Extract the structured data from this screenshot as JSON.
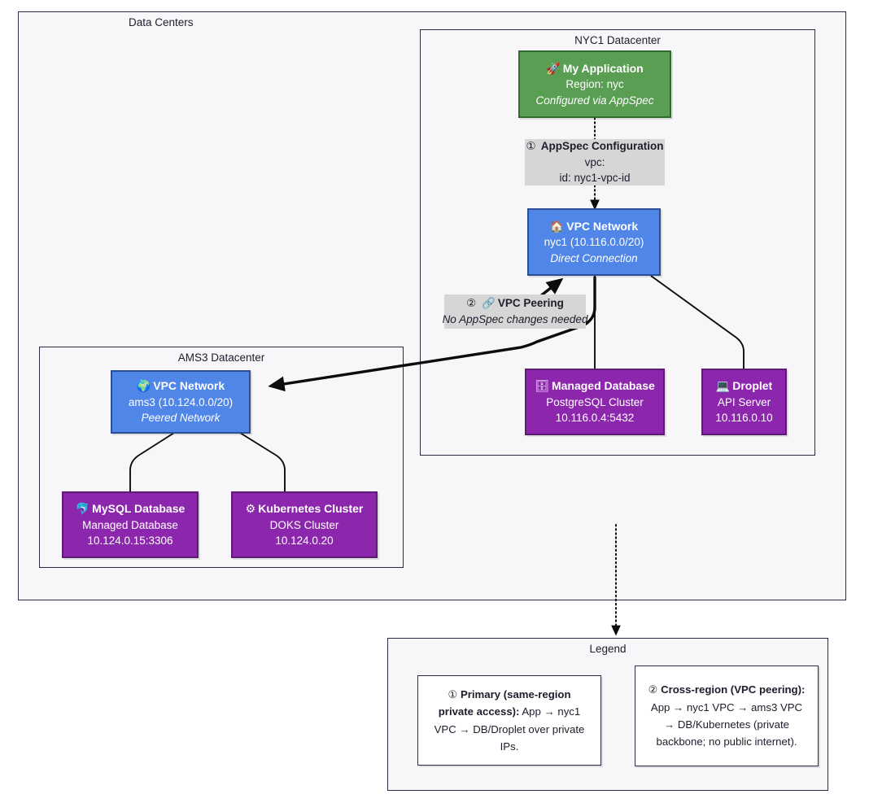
{
  "diagram": {
    "title": "Data Centers",
    "clusters": [
      {
        "id": "datacenters",
        "label": "Data Centers"
      },
      {
        "id": "nyc1",
        "label": "NYC1 Datacenter"
      },
      {
        "id": "ams3",
        "label": "AMS3 Datacenter"
      },
      {
        "id": "legend",
        "label": "Legend"
      }
    ],
    "nodes": {
      "app": {
        "icon": "rocket-icon",
        "glyph": "🚀",
        "title": "My Application",
        "line2": "Region: nyc",
        "line3": "Configured via AppSpec",
        "color": "#5a9e54"
      },
      "appspec": {
        "marker": "①",
        "title": "AppSpec Configuration",
        "line2": "vpc:",
        "line3": "id: nyc1-vpc-id",
        "color": "#d6d6d6"
      },
      "nyc1_vpc": {
        "icon": "house-icon",
        "glyph": "🏠",
        "title": "VPC Network",
        "line2": "nyc1 (10.116.0.0/20)",
        "line3": "Direct Connection",
        "color": "#4f86e8"
      },
      "peering": {
        "marker": "②",
        "icon": "link-icon",
        "glyph": "🔗",
        "title": "VPC Peering",
        "line2": "No AppSpec changes needed",
        "color": "#d6d6d6"
      },
      "managed_db": {
        "icon": "file-cabinet-icon",
        "glyph": "🗄",
        "title": "Managed Database",
        "line2": "PostgreSQL Cluster",
        "line3": "10.116.0.4:5432",
        "color": "#8c27ad"
      },
      "droplet": {
        "icon": "laptop-icon",
        "glyph": "💻",
        "title": "Droplet",
        "line2": "API Server",
        "line3": "10.116.0.10",
        "color": "#8c27ad"
      },
      "ams3_vpc": {
        "icon": "globe-icon",
        "glyph": "🌍",
        "title": "VPC Network",
        "line2": "ams3 (10.124.0.0/20)",
        "line3": "Peered Network",
        "color": "#4f86e8"
      },
      "mysql": {
        "icon": "dolphin-icon",
        "glyph": "🐬",
        "title": "MySQL Database",
        "line2": "Managed Database",
        "line3": "10.124.0.15:3306",
        "color": "#8c27ad"
      },
      "kubernetes": {
        "icon": "gear-icon",
        "glyph": "⚙",
        "title": "Kubernetes Cluster",
        "line2": "DOKS Cluster",
        "line3": "10.124.0.20",
        "color": "#8c27ad"
      }
    },
    "legend": {
      "label": "Legend",
      "cards": [
        {
          "id": "legend-primary",
          "marker": "①",
          "bold": "Primary (same-region private access):",
          "rest": " App → nyc1 VPC → DB/Droplet over private IPs."
        },
        {
          "id": "legend-cross-region",
          "marker": "②",
          "bold": "Cross-region (VPC peering):",
          "rest": " App → nyc1 VPC → ams3 VPC → DB/Kubernetes (private backbone; no public internet)."
        }
      ]
    },
    "colors": {
      "app_green": "#5a9e54",
      "vpc_blue": "#4f86e8",
      "resource_purple": "#8c27ad",
      "note_gray": "#d6d6d6",
      "border_navy": "#2b2b43",
      "canvas": "#f7f7fa"
    }
  }
}
